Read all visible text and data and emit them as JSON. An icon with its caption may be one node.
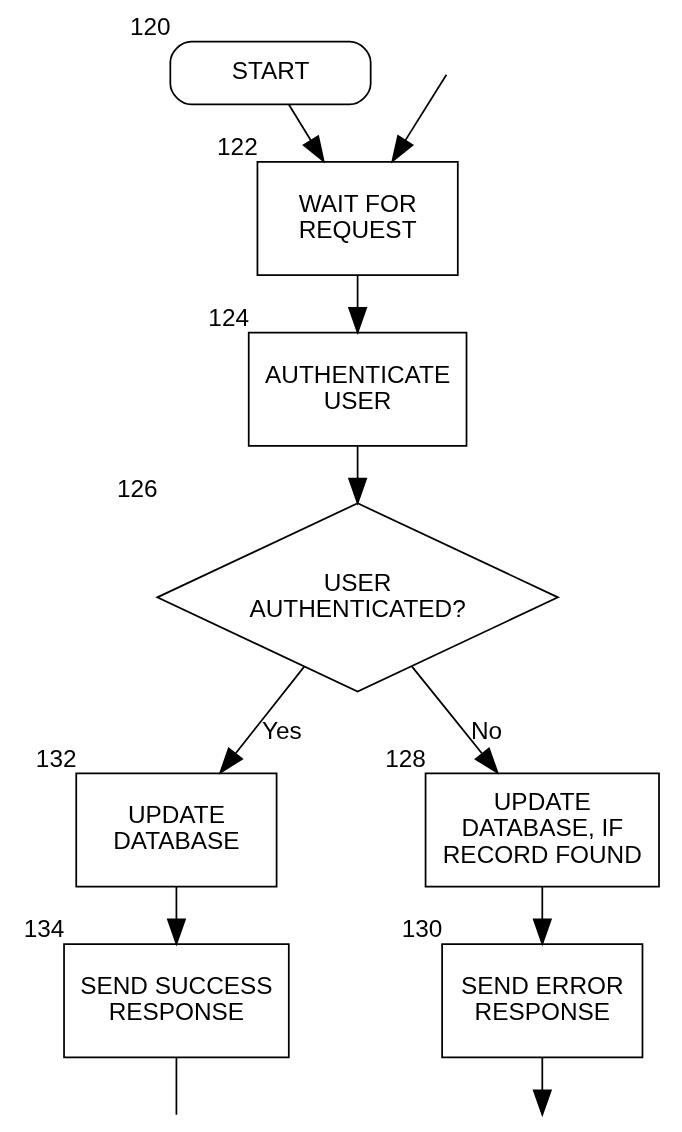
{
  "diagram": {
    "nodes": [
      {
        "text": [
          "START"
        ],
        "beside": [
          "120"
        ]
      },
      {
        "text": [
          "WAIT FOR REQUEST"
        ],
        "beside": [
          "122"
        ]
      },
      {
        "text": [
          "AUTHENTICATE USER"
        ],
        "beside": [
          "124"
        ]
      },
      {
        "text": [
          "USER AUTHENTICATED?"
        ],
        "beside": [
          "126"
        ]
      },
      {
        "text": [
          "UPDATE DATABASE, IF RECORD FOUND"
        ],
        "beside": [
          "128"
        ]
      },
      {
        "text": [
          "SEND ERROR RESPONSE"
        ],
        "beside": [
          "130"
        ]
      },
      {
        "text": [
          "UPDATE DATABASE"
        ],
        "beside": [
          "132"
        ]
      },
      {
        "text": [
          "SEND SUCCESS RESPONSE"
        ],
        "beside": [
          "134"
        ]
      }
    ],
    "edges": [
      {
        "from": 0,
        "to": 1,
        "arrow": "to"
      },
      {
        "from": null,
        "to": 1,
        "arrow": "to"
      },
      {
        "from": 1,
        "to": 2,
        "arrow": "to"
      },
      {
        "from": 2,
        "to": 3,
        "arrow": "to"
      },
      {
        "from": 3,
        "to": 4,
        "arrow": "to",
        "label": "No"
      },
      {
        "from": 3,
        "to": 6,
        "arrow": "to",
        "label": "Yes"
      },
      {
        "from": 4,
        "to": 5,
        "arrow": "to"
      },
      {
        "from": 6,
        "to": 7,
        "arrow": "to"
      },
      {
        "from": 7,
        "to": null,
        "arrow": "none"
      },
      {
        "from": 5,
        "to": null,
        "arrow": "to"
      }
    ]
  }
}
